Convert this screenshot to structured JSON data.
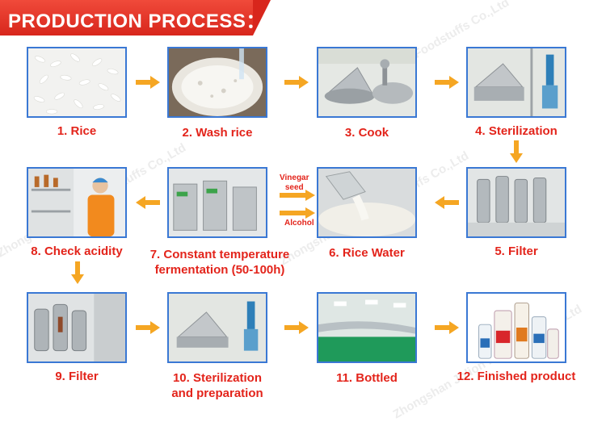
{
  "banner": {
    "title": "PRODUCTION PROCESS："
  },
  "steps": [
    {
      "label": "1. Rice"
    },
    {
      "label": "2. Wash rice"
    },
    {
      "label": "3. Cook"
    },
    {
      "label": "4. Sterilization"
    },
    {
      "label": "5. Filter"
    },
    {
      "label": "6. Rice Water"
    },
    {
      "label": "7. Constant temperature",
      "label2": "fermentation (50-100h)"
    },
    {
      "label": "8. Check acidity"
    },
    {
      "label": "9. Filter"
    },
    {
      "label": "10. Sterilization",
      "label2": "and preparation"
    },
    {
      "label": "11. Bottled"
    },
    {
      "label": "12. Finished product"
    }
  ],
  "inputs": {
    "top": "Vinegar",
    "top2": "seed",
    "bottom": "Alcohol"
  },
  "watermark": {
    "text": "Zhongshan Jolion Foodstuffs Co.,Ltd"
  },
  "colors": {
    "accent": "#e3241b",
    "frame": "#3a78d4",
    "arrow": "#f5a623",
    "banner": "#d8261c"
  }
}
